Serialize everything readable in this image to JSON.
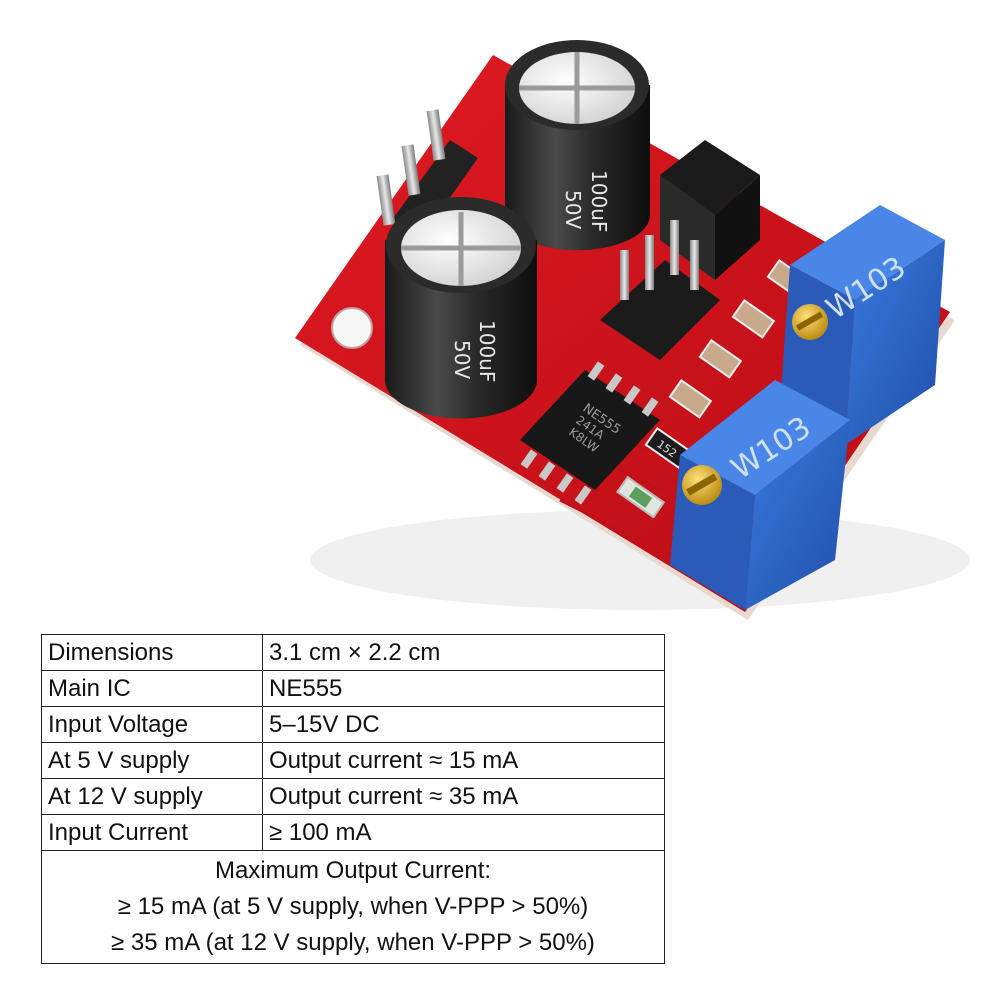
{
  "photo": {
    "subject": "pcb-module-photo",
    "ic_marking": [
      "NE555",
      "241A",
      "K8LW"
    ],
    "capacitor_top_text": "100uF 50V",
    "capacitor_left_text": "100uF 50V",
    "pot_marking_1": "W103",
    "pot_marking_2": "W103",
    "resistor_code": "152",
    "board_color": "#d0121b",
    "pot_color": "#2a63c4"
  },
  "specs": {
    "rows": [
      {
        "label": "Dimensions",
        "value": "3.1 cm × 2.2 cm"
      },
      {
        "label": "Main IC",
        "value": "NE555"
      },
      {
        "label": "Input Voltage",
        "value": "5–15V DC"
      },
      {
        "label": "At 5 V supply",
        "value": "Output current ≈ 15 mA"
      },
      {
        "label": "At 12 V supply",
        "value": "Output current ≈ 35 mA"
      },
      {
        "label": "Input Current",
        "value": "≥ 100 mA"
      }
    ],
    "note_lines": [
      "Maximum Output Current:",
      "≥ 15 mA (at 5 V supply, when V-PPP > 50%)",
      "≥ 35 mA (at 12 V supply, when V-PPP > 50%)"
    ]
  }
}
